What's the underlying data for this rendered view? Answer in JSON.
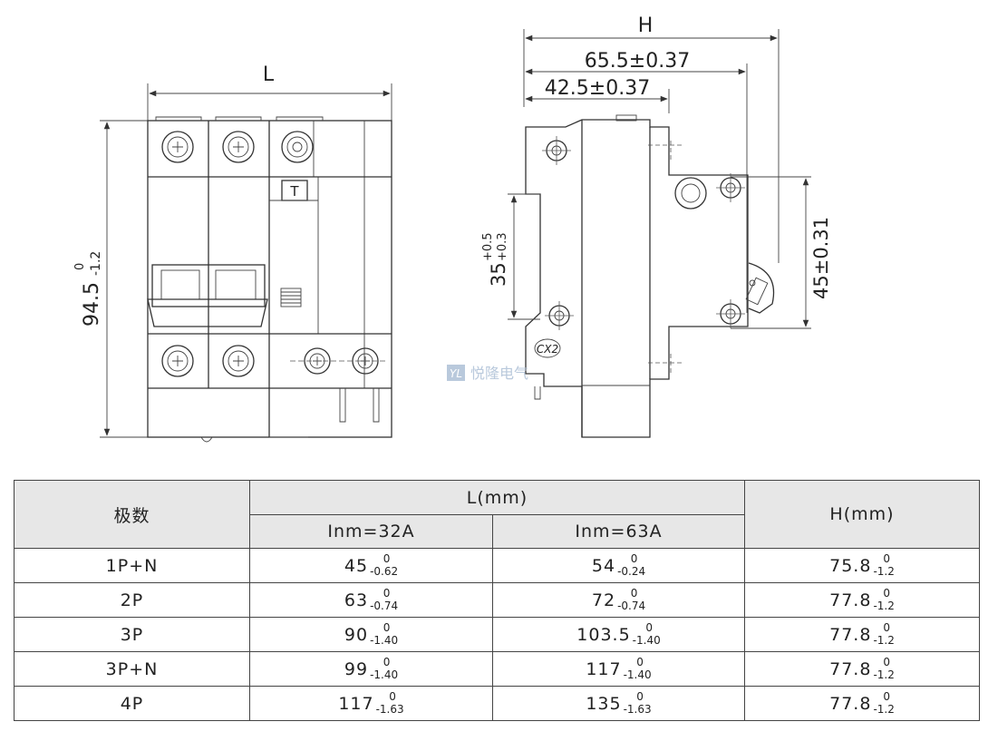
{
  "drawing": {
    "front_view": {
      "width_label": "L",
      "height_label": "94.5",
      "height_tol_upper": "0",
      "height_tol_lower": "-1.2"
    },
    "side_view": {
      "overall_label": "H",
      "dim_mid": "65.5±0.37",
      "dim_small": "42.5±0.37",
      "rail_label": "35",
      "rail_tol_upper": "+0.5",
      "rail_tol_lower": "+0.3",
      "right_dim": "45±0.31",
      "part_mark": "CX2"
    },
    "watermark": "悦隆电气"
  },
  "table": {
    "header": {
      "poles": "极数",
      "l_group": "L(mm)",
      "l_32": "Inm=32A",
      "l_63": "Inm=63A",
      "h_group": "H(mm)"
    },
    "rows": [
      {
        "poles": "1P+N",
        "l32": "45",
        "l32_up": "0",
        "l32_lo": "-0.62",
        "l63": "54",
        "l63_up": "0",
        "l63_lo": "-0.24",
        "h": "75.8",
        "h_up": "0",
        "h_lo": "-1.2"
      },
      {
        "poles": "2P",
        "l32": "63",
        "l32_up": "0",
        "l32_lo": "-0.74",
        "l63": "72",
        "l63_up": "0",
        "l63_lo": "-0.74",
        "h": "77.8",
        "h_up": "0",
        "h_lo": "-1.2"
      },
      {
        "poles": "3P",
        "l32": "90",
        "l32_up": "0",
        "l32_lo": "-1.40",
        "l63": "103.5",
        "l63_up": "0",
        "l63_lo": "-1.40",
        "h": "77.8",
        "h_up": "0",
        "h_lo": "-1.2"
      },
      {
        "poles": "3P+N",
        "l32": "99",
        "l32_up": "0",
        "l32_lo": "-1.40",
        "l63": "117",
        "l63_up": "0",
        "l63_lo": "-1.40",
        "h": "77.8",
        "h_up": "0",
        "h_lo": "-1.2"
      },
      {
        "poles": "4P",
        "l32": "117",
        "l32_up": "0",
        "l32_lo": "-1.63",
        "l63": "135",
        "l63_up": "0",
        "l63_lo": "-1.63",
        "h": "77.8",
        "h_up": "0",
        "h_lo": "-1.2"
      }
    ]
  },
  "colors": {
    "line": "#333333",
    "header_bg": "#e7e7e7",
    "watermark": "#b9c9dc"
  }
}
